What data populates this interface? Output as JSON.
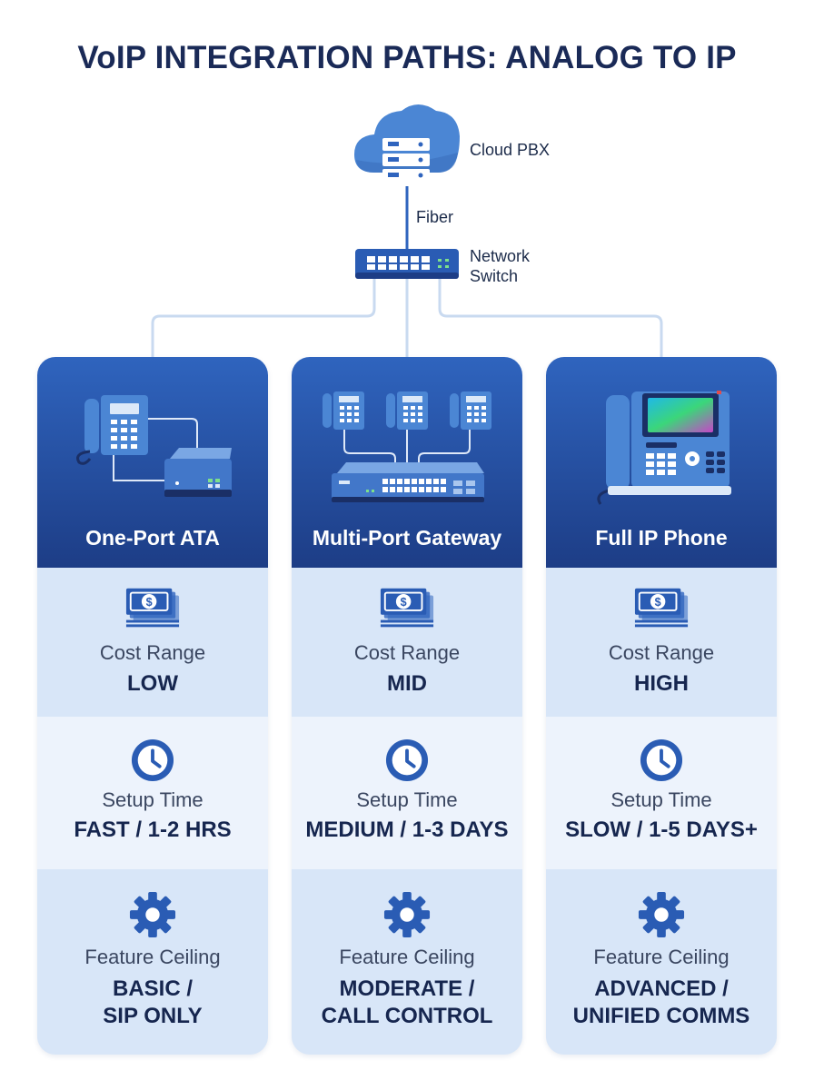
{
  "title": "VoIP INTEGRATION PATHS: ANALOG TO IP",
  "topology": {
    "cloud_label": "Cloud PBX",
    "link_label": "Fiber",
    "switch_label_line1": "Network",
    "switch_label_line2": "Switch"
  },
  "colors": {
    "title": "#1a2a57",
    "accent": "#2f64be",
    "header_dark": "#1d3d86",
    "band_light": "#d8e6f8",
    "band_lighter": "#edf3fc"
  },
  "attribute_icons": [
    "money-icon",
    "clock-icon",
    "gear-icon"
  ],
  "columns": [
    {
      "title": "One-Port ATA",
      "illustration": "phone-with-ata-adapter",
      "cost_label": "Cost Range",
      "cost_value": "LOW",
      "setup_label": "Setup Time",
      "setup_value": "FAST / 1-2 HRS",
      "feature_label": "Feature Ceiling",
      "feature_value_line1": "BASIC /",
      "feature_value_line2": "SIP ONLY"
    },
    {
      "title": "Multi-Port Gateway",
      "illustration": "three-phones-with-gateway",
      "cost_label": "Cost Range",
      "cost_value": "MID",
      "setup_label": "Setup Time",
      "setup_value": "MEDIUM / 1-3 DAYS",
      "feature_label": "Feature Ceiling",
      "feature_value_line1": "MODERATE /",
      "feature_value_line2": "CALL CONTROL"
    },
    {
      "title": "Full IP Phone",
      "illustration": "ip-desk-phone",
      "cost_label": "Cost Range",
      "cost_value": "HIGH",
      "setup_label": "Setup Time",
      "setup_value": "SLOW / 1-5 DAYS+",
      "feature_label": "Feature Ceiling",
      "feature_value_line1": "ADVANCED /",
      "feature_value_line2": "UNIFIED COMMS"
    }
  ]
}
